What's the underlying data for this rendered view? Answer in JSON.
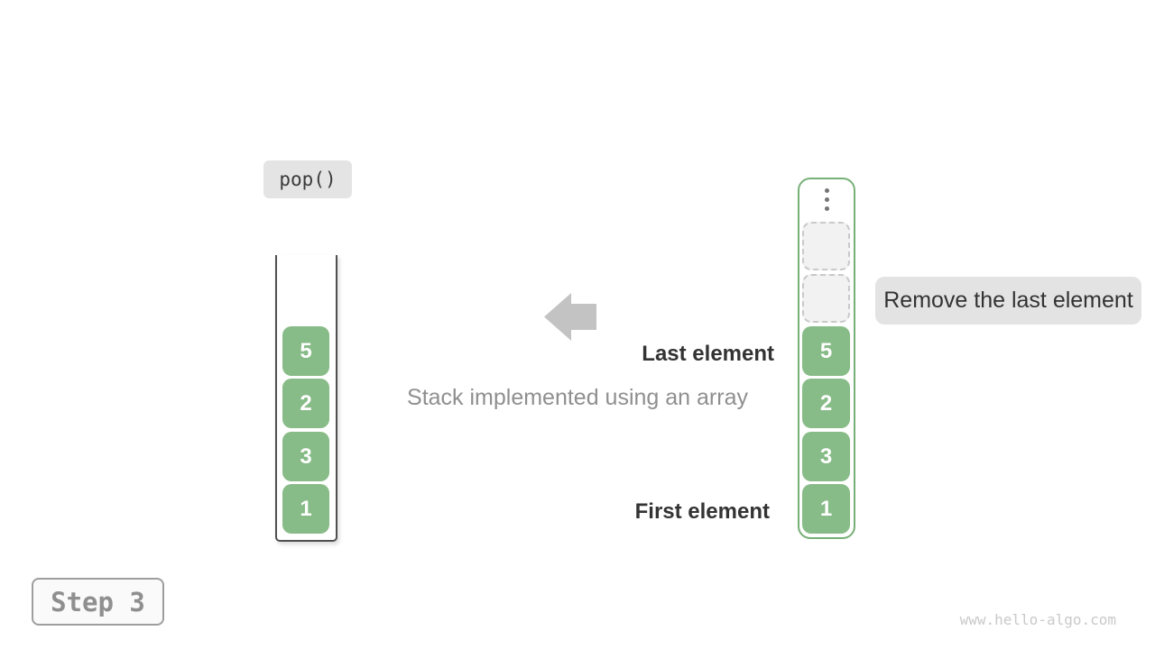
{
  "operation": {
    "label": "pop()"
  },
  "step": {
    "label": "Step 3"
  },
  "caption": "Stack implemented using an array",
  "labels": {
    "last_element": "Last element",
    "first_element": "First element"
  },
  "tooltip": {
    "text": "Remove the last element"
  },
  "stack_view": {
    "values_top_to_bottom": [
      "5",
      "2",
      "3",
      "1"
    ]
  },
  "array_view": {
    "ellipsis_icon": "vertical-ellipsis",
    "empty_slot_count": 2,
    "values_top_to_bottom": [
      "5",
      "2",
      "3",
      "1"
    ]
  },
  "watermark": "www.hello-algo.com",
  "colors": {
    "element_green": "#87bb87",
    "array_border_green": "#77b077",
    "arrow_gray": "#c3c3c3",
    "operation_label_bg": "#e4e4e4",
    "tooltip_bg": "#e3e3e3",
    "stack_border": "#4f4f4f",
    "step_text": "#8f8f8f",
    "watermark_gray": "#c9c9c9",
    "element_text": "#ffffff",
    "annotation_text": "#333333",
    "caption_text": "#8f8f8f"
  }
}
